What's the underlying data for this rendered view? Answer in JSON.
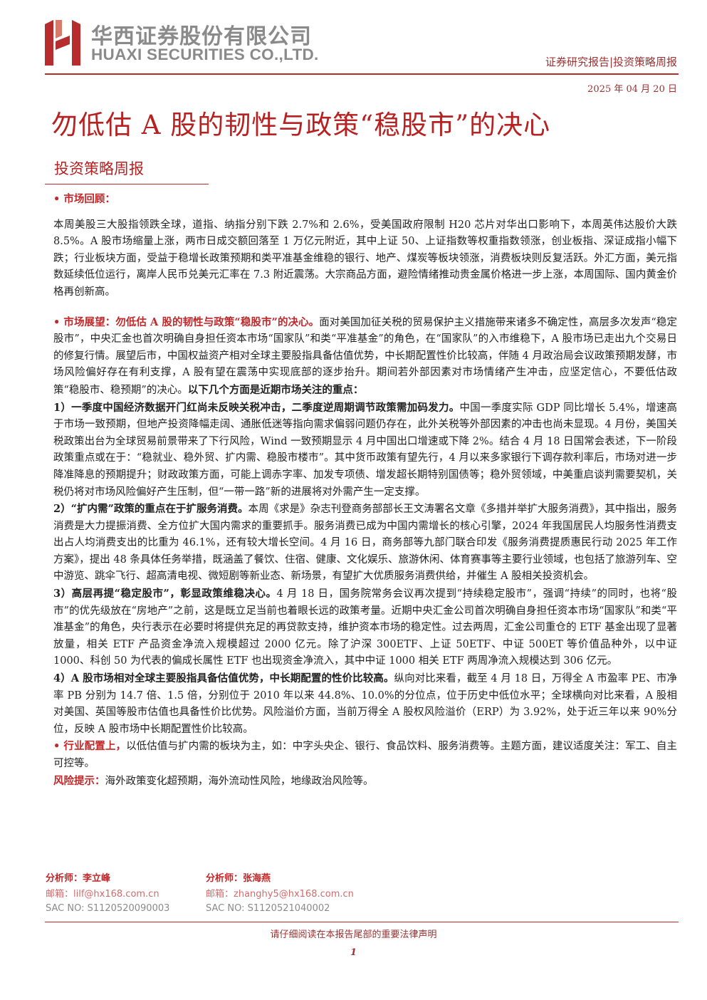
{
  "header": {
    "company_cn": "华西证券股份有限公司",
    "company_en": "HUAXI SECURITIES CO.,LTD.",
    "report_type": "证券研究报告|投资策略周报",
    "date": "2025 年 04 月 20 日"
  },
  "title": "勿低估 A 股的韧性与政策“稳股市”的决心",
  "subtitle": "投资策略周报",
  "sections": {
    "review_label": "• 市场回顾：",
    "review_text": "本周美股三大股指领跌全球，道指、纳指分别下跌 2.7%和 2.6%，受美国政府限制 H20 芯片对华出口影响下，本周英伟达股价大跌 8.5%。A 股市场缩量上涨，两市日成交额回落至 1 万亿元附近，其中上证 50、上证指数等权重指数领涨，创业板指、深证成指小幅下跌；行业板块方面，受益于稳增长政策预期和类平准基金维稳的银行、地产、煤炭等板块领涨，消费板块则反复活跃。外汇方面，美元指数延续低位运行，离岸人民币兑美元汇率在 7.3 附近震荡。大宗商品方面，避险情绪推动贵金属价格进一步上涨，本周国际、国内黄金价格再创新高。",
    "outlook_label": "• 市场展望：勿低估 A 股的韧性与政策“稳股市”的决心。",
    "outlook_text": "面对美国加征关税的贸易保护主义措施带来诸多不确定性，高层多次发声“稳定股市”，中央汇金也首次明确自身担任资本市场“国家队”和类“平准基金”的角色，在“国家队”的入市维稳下，A 股市场已走出九个交易日的修复行情。展望后市，中国权益资产相对全球主要股指具备估值优势，中长期配置性价比较高，伴随 4 月政治局会议政策预期发酵，市场风险偏好存在有利支撑，A 股有望在震荡中实现底部的逐步抬升。期间若外部因素对市场情绪产生冲击，应坚定信心，不要低估政策“稳股市、稳预期”的决心。",
    "focus_intro": "以下几个方面是近期市场关注的重点：",
    "point1_label": "1）一季度中国经济数据开门红尚未反映关税冲击，二季度逆周期调节政策需加码发力。",
    "point1_text": "中国一季度实际 GDP 同比增长 5.4%，增速高于市场一致预期，但地产投资降幅走阔、通胀低迷等指向需求偏弱问题仍存在，此外关税等外部因素的冲击也尚未显现。4 月份，美国关税政策出台为全球贸易前景带来了下行风险，Wind 一致预期显示 4 月中国出口增速或下降 2%。结合 4 月 18 日国常会表述，下一阶段政策重点或在于：“稳就业、稳外贸、扩内需、稳股市楼市”。其中货币政策有望先行，4 月以来多家银行下调存款利率后，市场对进一步降准降息的预期提升；财政政策方面，可能上调赤字率、加发专项债、增发超长期特别国债等；稳外贸领域，中美重启谈判需要契机，关税仍将对市场风险偏好产生压制，但“一带一路”新的进展将对外需产生一定支撑。",
    "point2_label": "2）“扩内需”政策的重点在于扩服务消费。",
    "point2_text": "本周《求是》杂志刊登商务部部长王文涛署名文章《多措并举扩大服务消费》，其中指出，服务消费是大力提振消费、全方位扩大国内需求的重要抓手。服务消费已成为中国内需增长的核心引擎，2024 年我国居民人均服务性消费支出占人均消费支出的比重为 46.1%，还有较大增长空间。4 月 16 日，商务部等九部门联合印发《服务消费提质惠民行动 2025 年工作方案》，提出 48 条具体任务举措，既涵盖了餐饮、住宿、健康、文化娱乐、旅游休闲、体育赛事等主要行业领域，也包括了旅游列车、空中游览、跳伞飞行、超高清电视、微短剧等新业态、新场景，有望扩大优质服务消费供给，并催生 A 股相关投资机会。",
    "point3_label": "3）高层再提“稳定股市”，彰显政策维稳决心。",
    "point3_text": "4 月 18 日，国务院常务会议再次提到“持续稳定股市”，强调“持续”的同时，也将“股市”的优先级放在“房地产”之前，这是既立足当前也着眼长远的政策考量。近期中央汇金公司首次明确自身担任资本市场“国家队”和类“平准基金”的角色，央行表示在必要时将提供充足的再贷款支持，维护资本市场的稳定性。过去两周，汇金公司重仓的 ETF 基金出现了显著放量，相关 ETF 产品资金净流入规模超过 2000 亿元。除了沪深 300ETF、上证 50ETF、中证 500ET 等价值品种外，以中证 1000、科创 50 为代表的偏成长属性 ETF 也出现资金净流入，其中中证 1000 相关 ETF 两周净流入规模达到 306 亿元。",
    "point4_label": "4）A 股市场相对全球主要股指具备估值优势，中长期配置的性价比较高。",
    "point4_text": "纵向对比来看，截至 4 月 18 日，万得全 A 市盈率 PE、市净率 PB 分别为 14.7 倍、1.5 倍，分别位于 2010 年以来 44.8%、10.0%的分位点，位于历史中低位水平；全球横向对比来看，A 股相对美国、英国等股市估值也具备性价比优势。风险溢价方面，当前万得全 A 股权风险溢价（ERP）为 3.92%，处于近三年以来 90%分位，反映 A 股市场中长期配置性价比较高。",
    "industry_label": "• 行业配置上，",
    "industry_text": "以低估值与扩内需的板块为主，如：中字头央企、银行、食品饮料、服务消费等。主题方面，建议适度关注：军工、自主可控等。",
    "risk_label": "风险提示：",
    "risk_text": "海外政策变化超预期，海外流动性风险，地缘政治风险等。"
  },
  "analysts": [
    {
      "name": "分析师：李立峰",
      "email": "邮箱：lilf@hx168.com.cn",
      "sac": "SAC NO: S1120520090003"
    },
    {
      "name": "分析师：张海燕",
      "email": "邮箱：zhanghy5@hx168.com.cn",
      "sac": "SAC NO: S1120521040002"
    }
  ],
  "footer": {
    "note": "请仔细阅读在本报告尾部的重要法律声明",
    "page": "1"
  },
  "colors": {
    "brand_red": "#b72c2c",
    "logo_gray": "#8a8a8a"
  }
}
